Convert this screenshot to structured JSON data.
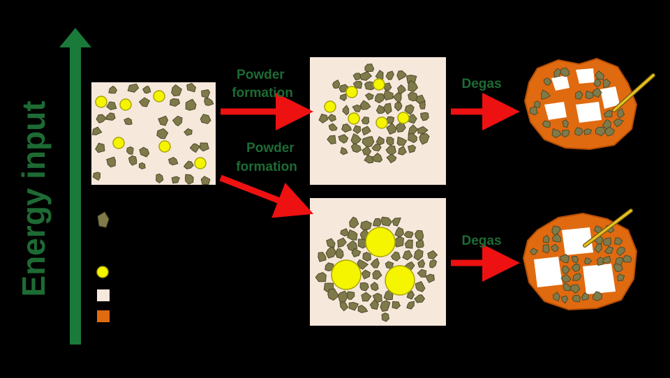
{
  "axis": {
    "label": "Energy input"
  },
  "process_labels": {
    "powder_top": [
      "Powder",
      "formation"
    ],
    "powder_bottom": [
      "Powder",
      "formation"
    ],
    "degas_top": "Degas",
    "degas_bottom": "Degas"
  },
  "colors": {
    "background": "#000000",
    "arrow_axis": "#1a7a3a",
    "label_text": "#1d6b34",
    "arrow_process": "#ee1111",
    "panel_bg": "#f7e8dc",
    "particle_fill": "#7f7a4a",
    "particle_stroke": "#4e4a2a",
    "bubble_fill": "#f5f500",
    "bubble_stroke": "#a8a400",
    "pore": "#ffffff",
    "matrix": "#e06a10",
    "probe": "#e8c020"
  },
  "legend": [
    {
      "kind": "particle"
    },
    {
      "kind": "bubble"
    },
    {
      "kind": "pore"
    },
    {
      "kind": "matrix"
    }
  ],
  "icons": [
    "grain-particle-icon",
    "gas-bubble-icon",
    "pore-icon",
    "matrix-icon",
    "probe-needle-icon"
  ]
}
